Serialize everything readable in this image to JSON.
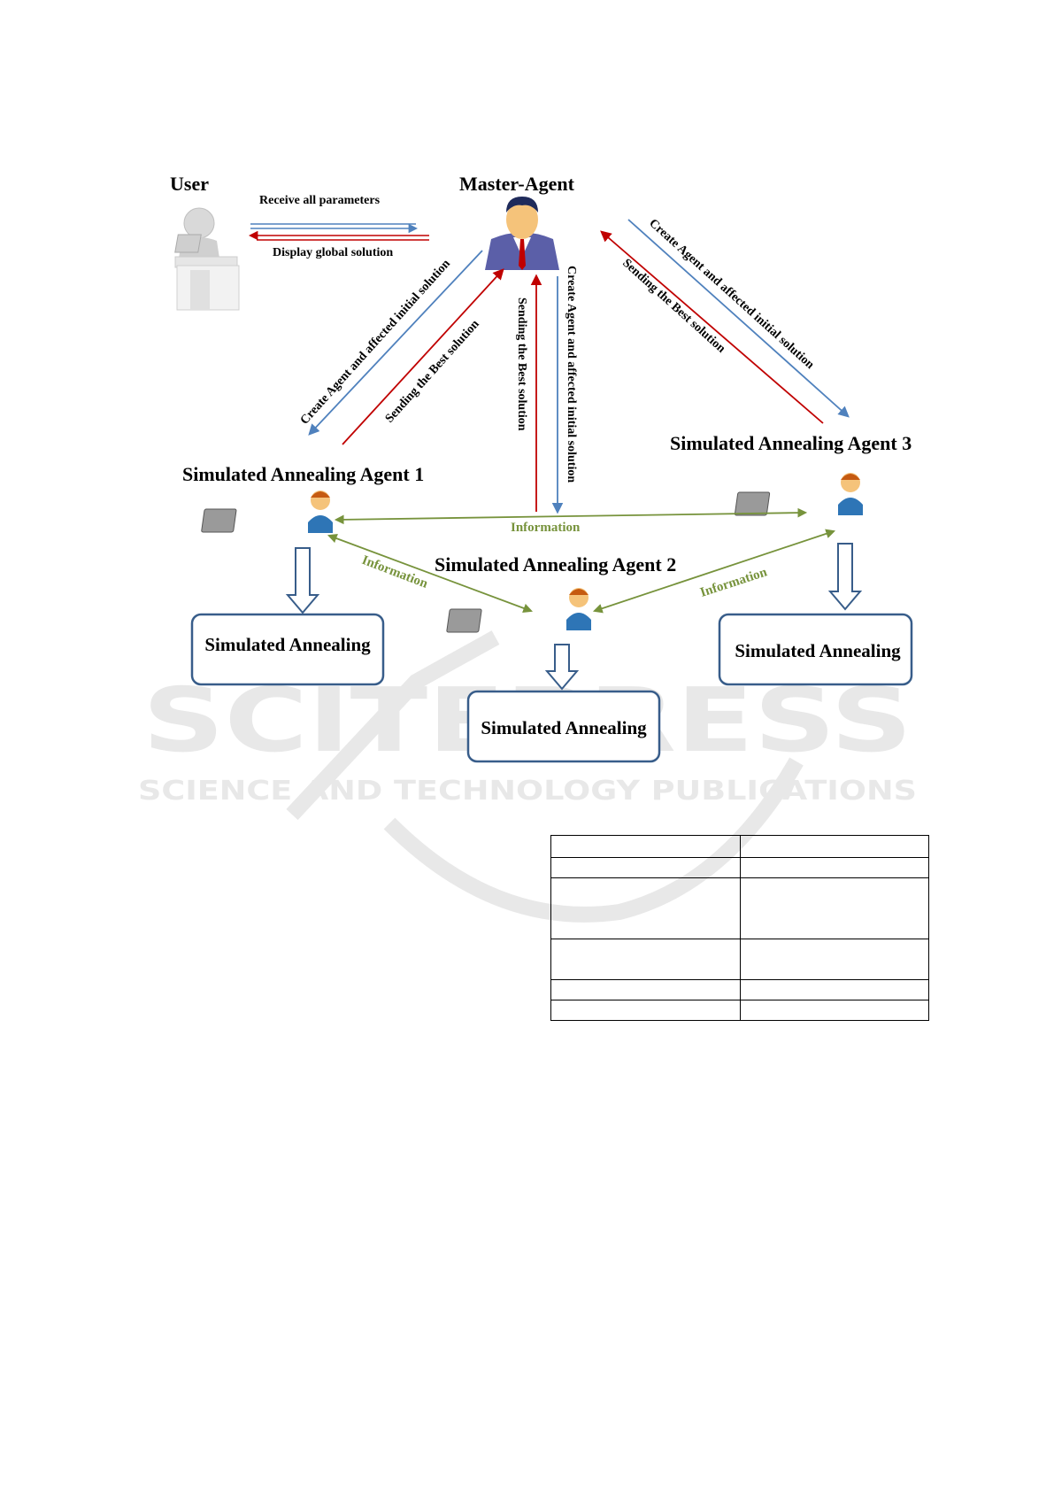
{
  "colors": {
    "blue": "#4f81bd",
    "red": "#c00000",
    "green": "#77933c",
    "box_border": "#385d8a"
  },
  "nodes": {
    "user": {
      "label": "User",
      "icon": "user-at-desk-icon"
    },
    "master": {
      "label": "Master-Agent",
      "icon": "businessman-icon"
    },
    "agent1": {
      "label": "Simulated  Annealing Agent 1",
      "icon": "agent-laptop-icon"
    },
    "agent2": {
      "label": "Simulated  Annealing Agent 2",
      "icon": "agent-laptop-icon"
    },
    "agent3": {
      "label": "Simulated  Annealing Agent 3",
      "icon": "agent-laptop-icon"
    }
  },
  "edges": {
    "receive": "Receive all parameters",
    "display": "Display global solution",
    "create1": "Create Agent and affected initial solution",
    "best1": "Sending the Best solution",
    "create2": "Create Agent and affected initial solution",
    "best2": "Sending the Best solution",
    "create3": "Create Agent and affected initial solution",
    "best3": "Sending the Best solution",
    "info13": "Information",
    "info12": "Information",
    "info23": "Information"
  },
  "boxes": {
    "sa1": "Simulated Annealing",
    "sa2": "Simulated Annealing",
    "sa3": "Simulated Annealing"
  },
  "watermark": {
    "brand": "SCITEPRESS",
    "tagline": "SCIENCE AND TECHNOLOGY PUBLICATIONS"
  },
  "table": {
    "rows": 6,
    "cols": 2
  }
}
